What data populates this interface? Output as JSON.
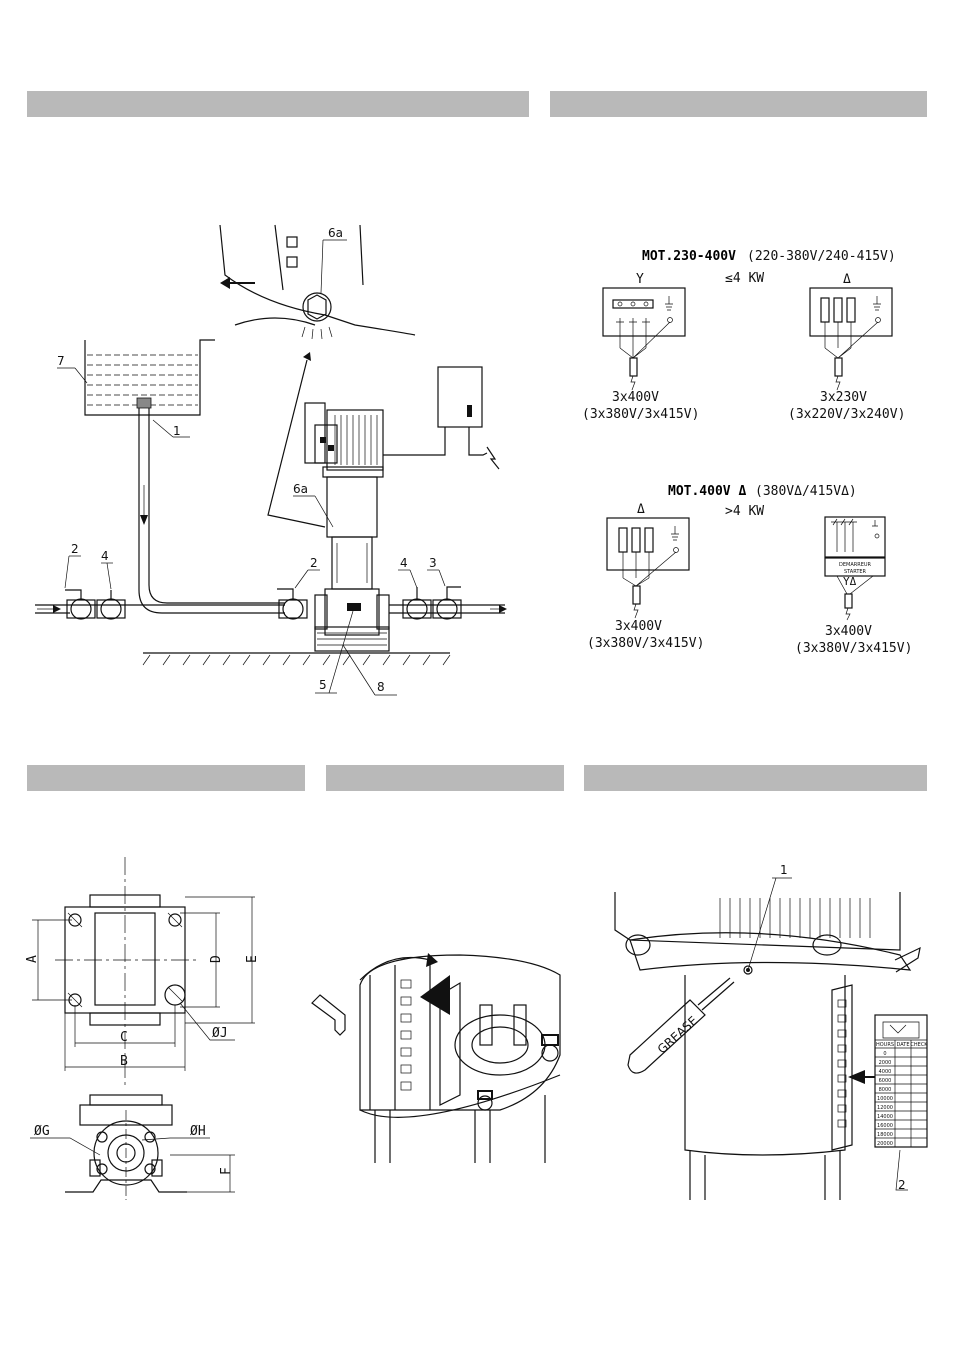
{
  "section_bars": [
    "",
    "",
    "",
    "",
    ""
  ],
  "installation": {
    "callouts": [
      "6a",
      "7",
      "1",
      "2",
      "4",
      "6a",
      "2",
      "4",
      "3",
      "5",
      "8"
    ]
  },
  "wiring": {
    "mot1_title": "MOT.230-400V",
    "mot1_sub": "(220-380V/240-415V)",
    "mot1_power": "≤4 KW",
    "star_symbol": "Y",
    "delta_symbol": "Δ",
    "d1_line1": "3x400V",
    "d1_line2": "(3x380V/3x415V)",
    "d2_line1": "3x230V",
    "d2_line2": "(3x220V/3x240V)",
    "mot2_title": "MOT.400V Δ",
    "mot2_sub": "(380VΔ/415VΔ)",
    "mot2_power": ">4 KW",
    "d3_line1": "3x400V",
    "d3_line2": "(3x380V/3x415V)",
    "starter_line1": "DEMARREUR",
    "starter_line2": "STARTER",
    "starter_symbol": "YΔ",
    "d4_line1": "3x400V",
    "d4_line2": "(3x380V/3x415V)"
  },
  "dimensions": {
    "labels": [
      "A",
      "D",
      "E",
      "C",
      "B",
      "ØJ",
      "ØG",
      "ØH",
      "F"
    ]
  },
  "grease": {
    "callout_1": "1",
    "callout_2": "2",
    "tube_text": "GREASE",
    "table_headers": [
      "HOURS",
      "DATE",
      "CHECK"
    ],
    "table_hours": [
      "0",
      "2000",
      "4000",
      "6000",
      "8000",
      "10000",
      "12000",
      "14000",
      "16000",
      "18000",
      "20000"
    ]
  }
}
